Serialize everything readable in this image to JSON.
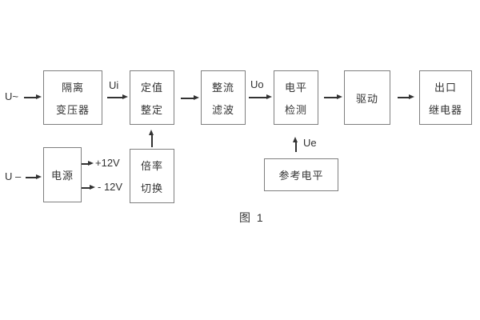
{
  "figure": {
    "caption": "图 1",
    "colors": {
      "border": "#7f7f7f",
      "line": "#333333",
      "text": "#333333",
      "background": "#ffffff"
    },
    "inputs": {
      "ac": "U~",
      "dc": "U –"
    },
    "signals": {
      "ui": "Ui",
      "uo": "Uo",
      "ue": "Ue",
      "plus12": "+12V",
      "minus12": "- 12V"
    },
    "blocks": {
      "isolation_transformer": {
        "line1": "隔离",
        "line2": "变压器"
      },
      "setpoint_adjustment": {
        "line1": "定值",
        "line2": "整定"
      },
      "rectifier_filter": {
        "line1": "整流",
        "line2": "滤波"
      },
      "level_detection": {
        "line1": "电平",
        "line2": "检测"
      },
      "driver": {
        "line1": "驱动"
      },
      "output_relay": {
        "line1": "出口",
        "line2": "继电器"
      },
      "power_supply": {
        "line1": "电源"
      },
      "ratio_switch": {
        "line1": "倍率",
        "line2": "切换"
      },
      "reference_level": {
        "line1": "参考电平"
      }
    }
  }
}
